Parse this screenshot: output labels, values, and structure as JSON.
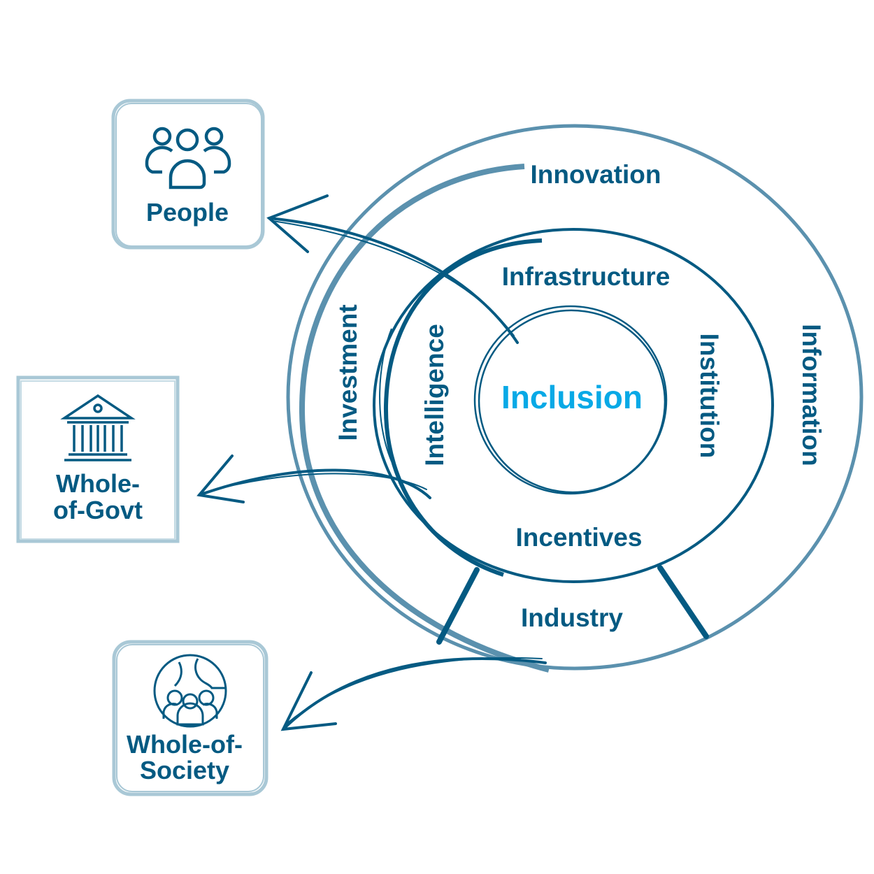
{
  "colors": {
    "primary": "#045a82",
    "accent": "#08a9e6",
    "outer_ring": "#5b91ae",
    "box_border": "#a9c8d6"
  },
  "center": {
    "label": "Inclusion"
  },
  "inner_ring": [
    "Infrastructure",
    "Institution",
    "Incentives",
    "Intelligence"
  ],
  "outer_ring": [
    "Innovation",
    "Information",
    "Industry",
    "Investment"
  ],
  "boxes": [
    {
      "label_lines": [
        "People"
      ],
      "icon": "people-icon"
    },
    {
      "label_lines": [
        "Whole-",
        "of-Govt"
      ],
      "icon": "government-building-icon"
    },
    {
      "label_lines": [
        "Whole-of-",
        "Society"
      ],
      "icon": "globe-people-icon"
    }
  ]
}
